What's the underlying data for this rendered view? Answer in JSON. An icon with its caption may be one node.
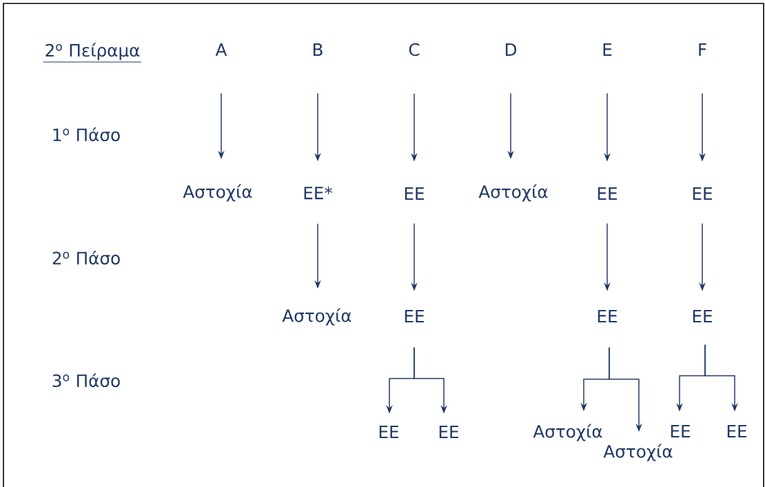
{
  "diagram": {
    "title": "2$^{ο}$ Πείραμα",
    "nodes": [
      {
        "text": [
          "A"
        ]
      },
      {
        "text": [
          "B"
        ]
      },
      {
        "text": [
          "C"
        ]
      },
      {
        "text": [
          "D"
        ]
      },
      {
        "text": [
          "E"
        ]
      },
      {
        "text": [
          "F"
        ]
      },
      {
        "text": [
          "Αστοχία"
        ]
      },
      {
        "text": [
          "EE*"
        ]
      },
      {
        "text": [
          "EE"
        ]
      },
      {
        "text": [
          "Αστοχία"
        ]
      },
      {
        "text": [
          "EE"
        ]
      },
      {
        "text": [
          "EE"
        ]
      },
      {
        "text": [
          "Αστοχία"
        ]
      },
      {
        "text": [
          "EE"
        ]
      },
      {
        "text": [
          "EE"
        ]
      },
      {
        "text": [
          "EE"
        ]
      },
      {
        "text": [
          "EE"
        ]
      },
      {
        "text": [
          "EE"
        ]
      },
      {
        "text": [
          "Αστοχία"
        ]
      },
      {
        "text": [
          "Αστοχία"
        ]
      },
      {
        "text": [
          "EE"
        ]
      },
      {
        "text": [
          "EE"
        ]
      }
    ],
    "edges": [
      {
        "from": 0,
        "to": 6,
        "arrow": "to"
      },
      {
        "from": 1,
        "to": 7,
        "arrow": "to"
      },
      {
        "from": 2,
        "to": 8,
        "arrow": "to"
      },
      {
        "from": 3,
        "to": 9,
        "arrow": "to"
      },
      {
        "from": 4,
        "to": 10,
        "arrow": "to"
      },
      {
        "from": 5,
        "to": 11,
        "arrow": "to"
      },
      {
        "from": 7,
        "to": 12,
        "arrow": "to"
      },
      {
        "from": 8,
        "to": 13,
        "arrow": "to"
      },
      {
        "from": 10,
        "to": 14,
        "arrow": "to"
      },
      {
        "from": 11,
        "to": 15,
        "arrow": "to"
      },
      {
        "from": 13,
        "to": 16,
        "arrow": "to"
      },
      {
        "from": 13,
        "to": 17,
        "arrow": "to"
      },
      {
        "from": 14,
        "to": 18,
        "arrow": "to"
      },
      {
        "from": 14,
        "to": 19,
        "arrow": "to"
      },
      {
        "from": 15,
        "to": 20,
        "arrow": "to"
      },
      {
        "from": 15,
        "to": 21,
        "arrow": "to"
      }
    ],
    "labels": [
      "1$^{ο}$ Πάσο",
      "2$^{ο}$ Πάσο",
      "3$^{ο}$ Πάσο"
    ]
  }
}
